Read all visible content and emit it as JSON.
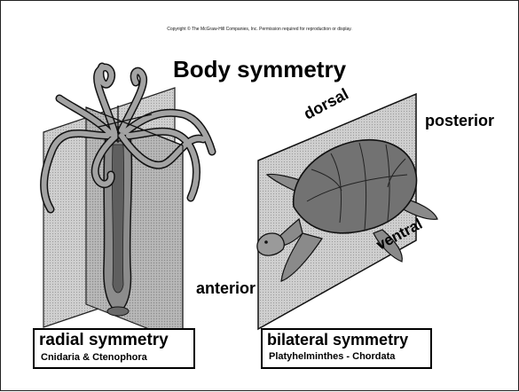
{
  "copyright": "Copyright © The McGraw-Hill Companies, Inc. Permission required for reproduction or display.",
  "title": "Body symmetry",
  "labels": {
    "dorsal": "dorsal",
    "posterior": "posterior",
    "ventral": "ventral",
    "anterior": "anterior"
  },
  "boxes": {
    "radial": {
      "heading": "radial symmetry",
      "groups": "Cnidaria & Ctenophora"
    },
    "bilateral": {
      "heading": "bilateral symmetry",
      "groups": "Platyhelminthes - Chordata"
    }
  },
  "illustrations": {
    "left": "hydra-radial-planes",
    "right": "sea-turtle-bilateral-plane"
  },
  "colors": {
    "plane_fill": "#a9a9a9",
    "body_fill": "#9a9a9a",
    "shell_fill": "#707070",
    "outline": "#111111"
  }
}
